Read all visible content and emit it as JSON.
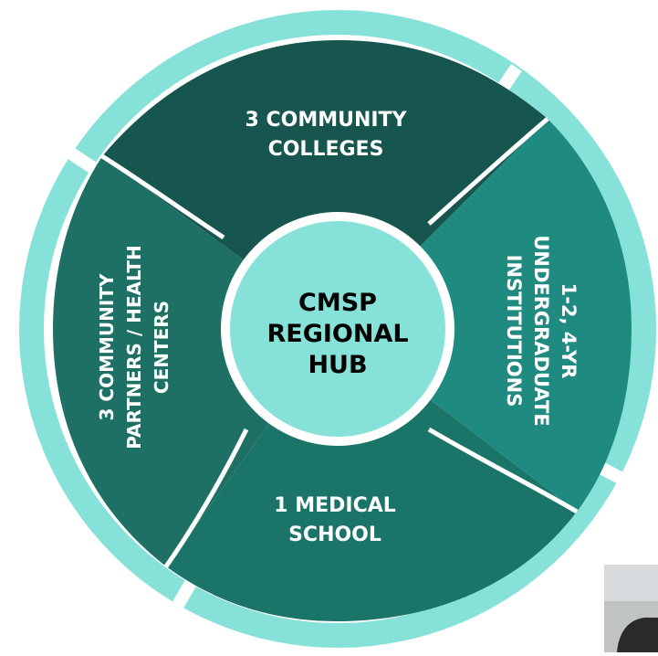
{
  "hub": {
    "lines": [
      "CMSP",
      "REGIONAL",
      "HUB"
    ]
  },
  "segments": {
    "top": {
      "lines": [
        "3 COMMUNITY",
        "COLLEGES"
      ]
    },
    "right": {
      "lines": [
        "1-2, 4-YR",
        "UNDERGRADUATE",
        "INSTITUTIONS"
      ]
    },
    "bottom": {
      "lines": [
        "1 MEDICAL",
        "SCHOOL"
      ]
    },
    "left": {
      "lines": [
        "3 COMMUNITY",
        "PARTNERS / HEALTH",
        "CENTERS"
      ]
    }
  },
  "colors": {
    "outer_ring": "#86e2d8",
    "segment_top": "#17564f",
    "segment_right": "#1f8a80",
    "segment_bottom": "#1b7468",
    "segment_left": "#1e6f64",
    "hub_fill": "#86e2d8",
    "hub_text": "#000000",
    "segment_text": "#ffffff",
    "divider": "#ffffff"
  }
}
